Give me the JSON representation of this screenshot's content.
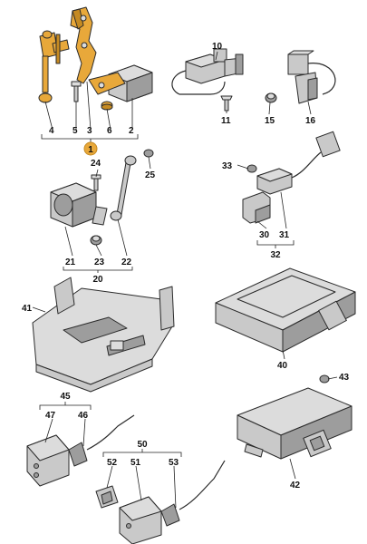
{
  "labels": {
    "p1": "1",
    "p2": "2",
    "p3": "3",
    "p4": "4",
    "p5": "5",
    "p6": "6",
    "p10": "10",
    "p11": "11",
    "p15": "15",
    "p16": "16",
    "p20": "20",
    "p21": "21",
    "p22": "22",
    "p23": "23",
    "p24": "24",
    "p25": "25",
    "p30": "30",
    "p31": "31",
    "p32": "32",
    "p33": "33",
    "p40": "40",
    "p41": "41",
    "p42": "42",
    "p43": "43",
    "p45": "45",
    "p46": "46",
    "p47": "47",
    "p50": "50",
    "p51": "51",
    "p52": "52",
    "p53": "53"
  },
  "colors": {
    "highlight": "#e8a83a",
    "part_fill": "#c9c9c9",
    "outline": "#2b2b2b"
  }
}
